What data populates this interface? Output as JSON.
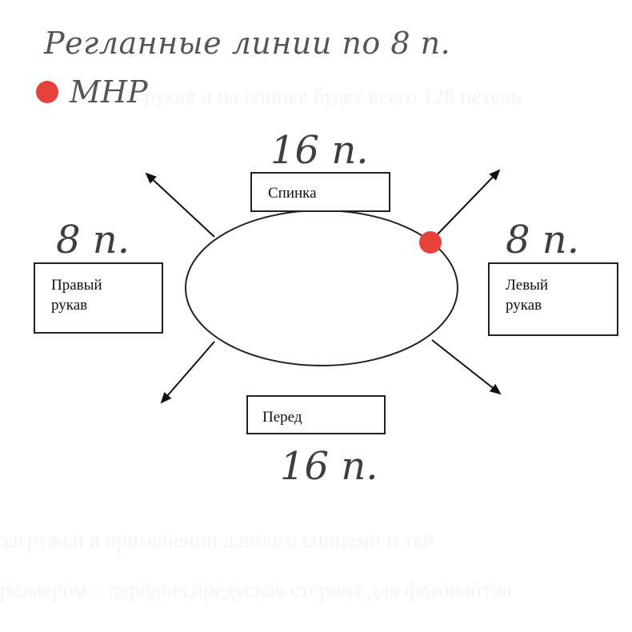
{
  "title": "Регланные  линии  по 8 п.",
  "legend": {
    "label": "МНР",
    "marker_color": "#e8403a"
  },
  "parts": {
    "back": {
      "label": "Спинка",
      "stitches": "16 п."
    },
    "front": {
      "label": "Перед",
      "stitches": "16 п."
    },
    "right_sleeve": {
      "label_line1": "Правый",
      "label_line2": "рукав",
      "stitches": "8 п."
    },
    "left_sleeve": {
      "label_line1": "Левый",
      "label_line2": "рукав",
      "stitches": "8 п."
    }
  },
  "background_text": {
    "line1": "рукав и на спинке будет всего 128 петель",
    "line2": "загружен в применении данного спицами и ткё",
    "line3": "размером – переднеспредуская сторона для фотонайтов"
  }
}
